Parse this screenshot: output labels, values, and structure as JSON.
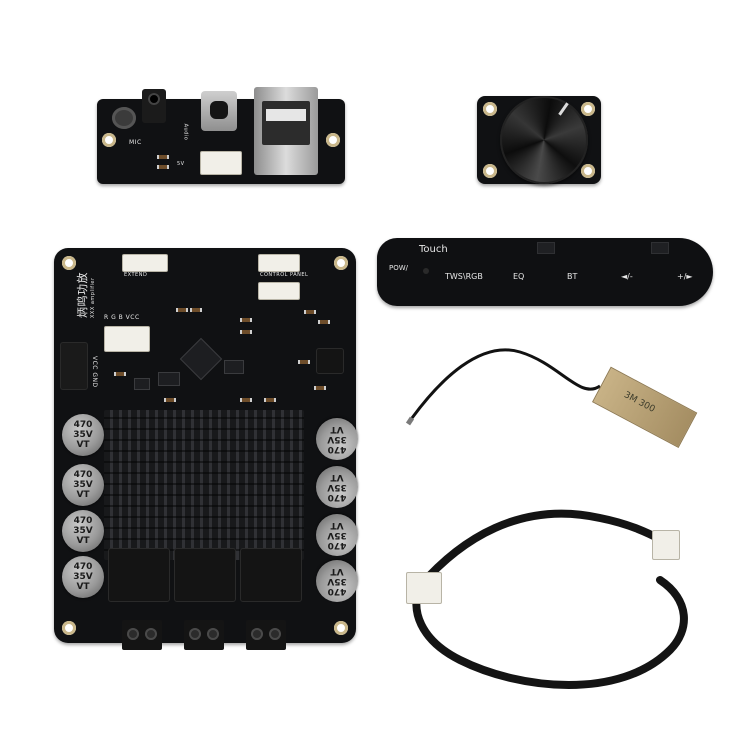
{
  "io_board": {
    "mic_label": "MIC",
    "port_label_1": "Audio",
    "port_label_2": "5V"
  },
  "main_board": {
    "brand": "炳鸣功放",
    "sub": "XXX amplifier",
    "rgb_label": "R G B VCC",
    "vcc_gnd": "VCC GND",
    "conn_top_left": "EXTEND",
    "conn_top_right": "CONTROL PANEL",
    "caps": {
      "left": [
        "470\n35V\nVT",
        "470\n35V\nVT",
        "470\n35V\nVT",
        "470\n35V\nVT"
      ],
      "right": [
        "470\n35V\nVT",
        "470\n35V\nVT",
        "470\n35V\nVT",
        "470\n35V\nVT"
      ]
    },
    "cap_value": "470",
    "cap_voltage": "35V",
    "cap_series": "VT"
  },
  "touch_panel": {
    "title": "Touch",
    "pow": "POW/",
    "tws": "TWS\\RGB",
    "eq": "EQ",
    "bt": "BT",
    "vol_down": "◄/-",
    "vol_up": "+/►"
  },
  "antenna": {
    "tape_label": "3M 300"
  },
  "colors": {
    "pcb": "#101113",
    "heatsink": "#1c1d20",
    "capacitor": "#9a9a9a",
    "cable": "#121212",
    "tape": "#b8a27a"
  }
}
